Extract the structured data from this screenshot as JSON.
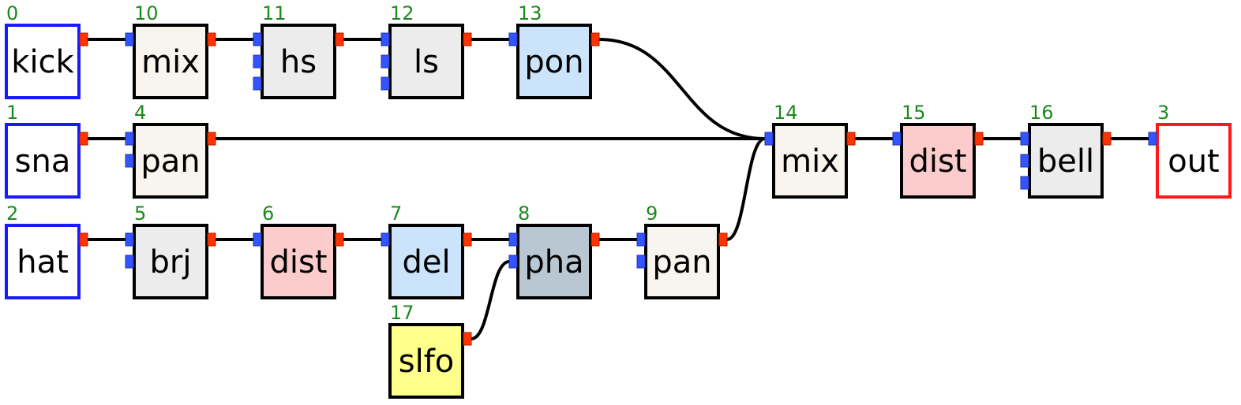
{
  "colors": {
    "wire": "#000000",
    "id_label": "#1a8a1a",
    "in_port": "#3355ff",
    "out_port": "#ff3300",
    "source_border": "#1a1aff",
    "sink_border": "#ff1a1a",
    "node_border": "#000000"
  },
  "nodes": [
    {
      "id": "0",
      "label": "kick",
      "kind": "source",
      "fill": "#ffffff",
      "inputs": 0,
      "outputs": 1
    },
    {
      "id": "10",
      "label": "mix",
      "kind": "module",
      "fill": "#f7f5ed",
      "inputs": 1,
      "outputs": 1
    },
    {
      "id": "11",
      "label": "hs",
      "kind": "module",
      "fill": "#ececec",
      "inputs": 3,
      "outputs": 1
    },
    {
      "id": "12",
      "label": "ls",
      "kind": "module",
      "fill": "#ececec",
      "inputs": 3,
      "outputs": 1
    },
    {
      "id": "13",
      "label": "pon",
      "kind": "module",
      "fill": "#cce4fb",
      "inputs": 1,
      "outputs": 1
    },
    {
      "id": "1",
      "label": "sna",
      "kind": "source",
      "fill": "#ffffff",
      "inputs": 0,
      "outputs": 1
    },
    {
      "id": "4",
      "label": "pan",
      "kind": "module",
      "fill": "#f7f5ed",
      "inputs": 2,
      "outputs": 1
    },
    {
      "id": "14",
      "label": "mix",
      "kind": "module",
      "fill": "#f7f5ed",
      "inputs": 1,
      "outputs": 1
    },
    {
      "id": "15",
      "label": "dist",
      "kind": "module",
      "fill": "#fccccc",
      "inputs": 1,
      "outputs": 1
    },
    {
      "id": "16",
      "label": "bell",
      "kind": "module",
      "fill": "#ececec",
      "inputs": 3,
      "outputs": 1
    },
    {
      "id": "3",
      "label": "out",
      "kind": "sink",
      "fill": "#ffffff",
      "inputs": 1,
      "outputs": 0
    },
    {
      "id": "2",
      "label": "hat",
      "kind": "source",
      "fill": "#ffffff",
      "inputs": 0,
      "outputs": 1
    },
    {
      "id": "5",
      "label": "brj",
      "kind": "module",
      "fill": "#ececec",
      "inputs": 2,
      "outputs": 1
    },
    {
      "id": "6",
      "label": "dist",
      "kind": "module",
      "fill": "#fccccc",
      "inputs": 1,
      "outputs": 1
    },
    {
      "id": "7",
      "label": "del",
      "kind": "module",
      "fill": "#cce4fb",
      "inputs": 1,
      "outputs": 1
    },
    {
      "id": "8",
      "label": "pha",
      "kind": "module",
      "fill": "#b9c7d3",
      "inputs": 2,
      "outputs": 1
    },
    {
      "id": "9",
      "label": "pan",
      "kind": "module",
      "fill": "#f7f5ed",
      "inputs": 2,
      "outputs": 1
    },
    {
      "id": "17",
      "label": "slfo",
      "kind": "module",
      "fill": "#ffff8c",
      "inputs": 0,
      "outputs": 1
    }
  ],
  "edges": [
    {
      "from": "0",
      "to": "10",
      "port": 0
    },
    {
      "from": "10",
      "to": "11",
      "port": 0
    },
    {
      "from": "11",
      "to": "12",
      "port": 0
    },
    {
      "from": "12",
      "to": "13",
      "port": 0
    },
    {
      "from": "13",
      "to": "14",
      "port": 0
    },
    {
      "from": "1",
      "to": "4",
      "port": 0
    },
    {
      "from": "4",
      "to": "14",
      "port": 0
    },
    {
      "from": "14",
      "to": "15",
      "port": 0
    },
    {
      "from": "15",
      "to": "16",
      "port": 0
    },
    {
      "from": "16",
      "to": "3",
      "port": 0
    },
    {
      "from": "2",
      "to": "5",
      "port": 0
    },
    {
      "from": "5",
      "to": "6",
      "port": 0
    },
    {
      "from": "6",
      "to": "7",
      "port": 0
    },
    {
      "from": "7",
      "to": "8",
      "port": 0
    },
    {
      "from": "8",
      "to": "9",
      "port": 0
    },
    {
      "from": "9",
      "to": "14",
      "port": 0
    },
    {
      "from": "17",
      "to": "8",
      "port": 1
    }
  ]
}
